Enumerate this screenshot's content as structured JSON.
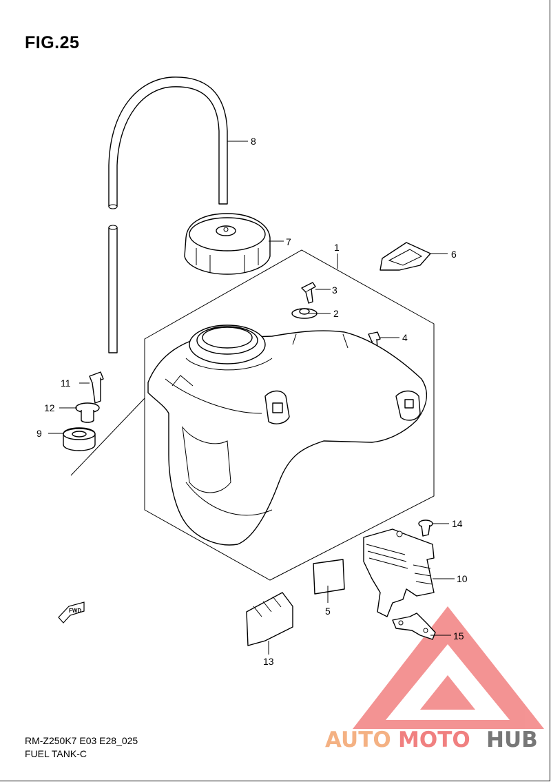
{
  "figure": {
    "title": "FIG.25",
    "model_code": "RM-Z250K7 E03 E28_025",
    "section_name": "FUEL TANK-C"
  },
  "callouts": [
    {
      "id": "c1",
      "label": "1"
    },
    {
      "id": "c2",
      "label": "2"
    },
    {
      "id": "c3",
      "label": "3"
    },
    {
      "id": "c4",
      "label": "4"
    },
    {
      "id": "c5",
      "label": "5"
    },
    {
      "id": "c6",
      "label": "6"
    },
    {
      "id": "c7",
      "label": "7"
    },
    {
      "id": "c8",
      "label": "8"
    },
    {
      "id": "c9",
      "label": "9"
    },
    {
      "id": "c10",
      "label": "10"
    },
    {
      "id": "c11",
      "label": "11"
    },
    {
      "id": "c12",
      "label": "12"
    },
    {
      "id": "c13",
      "label": "13"
    },
    {
      "id": "c14",
      "label": "14"
    },
    {
      "id": "c15",
      "label": "15"
    }
  ],
  "direction_marker": {
    "label": "FWD"
  },
  "watermark": {
    "part1": "AUTO",
    "part2": "MOTO",
    "part3": "HUB",
    "colors": {
      "auto": "#f4b183",
      "moto": "#f08080",
      "hub": "#777777",
      "triangle": "#f07070"
    }
  }
}
